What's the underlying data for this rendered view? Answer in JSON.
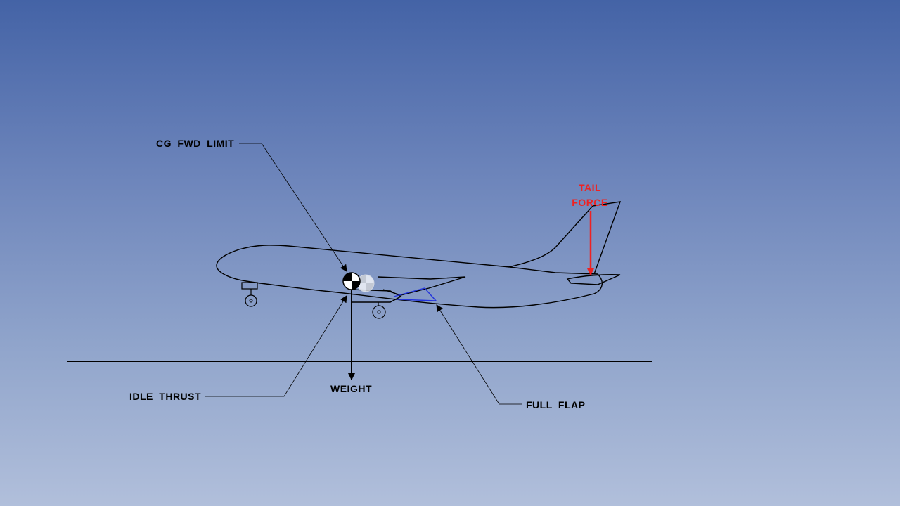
{
  "labels": {
    "cg_fwd_limit": "CG FWD LIMIT",
    "tail_force_line1": "TAIL",
    "tail_force_line2": "FORCE",
    "idle_thrust": "IDLE THRUST",
    "weight": "WEIGHT",
    "full_flap": "FULL FLAP"
  },
  "colors": {
    "sky_top": "#4463a6",
    "sky_bottom": "#b1bfdb",
    "outline": "#000000",
    "tail_force": "#ee2222",
    "flap": "#2233dd"
  }
}
